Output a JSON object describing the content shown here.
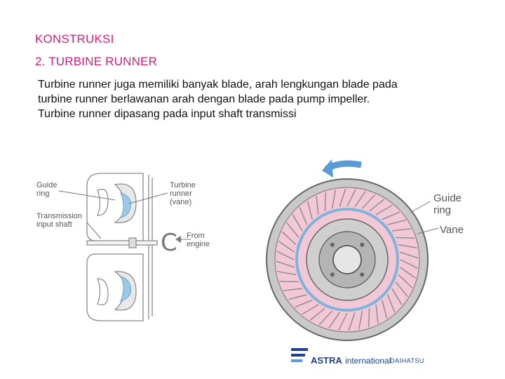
{
  "slide": {
    "heading1": "KONSTRUKSI",
    "heading2": "2.  TURBINE RUNNER",
    "body_lines": [
      "Turbine runner juga memiliki banyak blade, arah lengkungan blade pada",
      "turbine runner berlawanan arah dengan blade pada pump impeller.",
      "Turbine runner dipasang pada input shaft transmissi"
    ]
  },
  "diagram_left": {
    "guide_ring_1": "Guide",
    "guide_ring_2": "ring",
    "turbine_1": "Turbine",
    "turbine_2": "runner",
    "turbine_3": "(vane)",
    "trans_1": "Transmission",
    "trans_2": "input shaft",
    "from_1": "From",
    "from_2": "engine"
  },
  "diagram_right": {
    "guide_1": "Guide",
    "guide_2": "ring",
    "vane": "Vane"
  },
  "logo": {
    "astra": "ASTRA",
    "international": "international",
    "daihatsu": "DAIHATSU"
  },
  "colors": {
    "heading": "#d81b7a",
    "vane_fill": "#f3c8d6",
    "ring_blue": "#7fb3d9",
    "logo_blue": "#1f3f8f"
  }
}
